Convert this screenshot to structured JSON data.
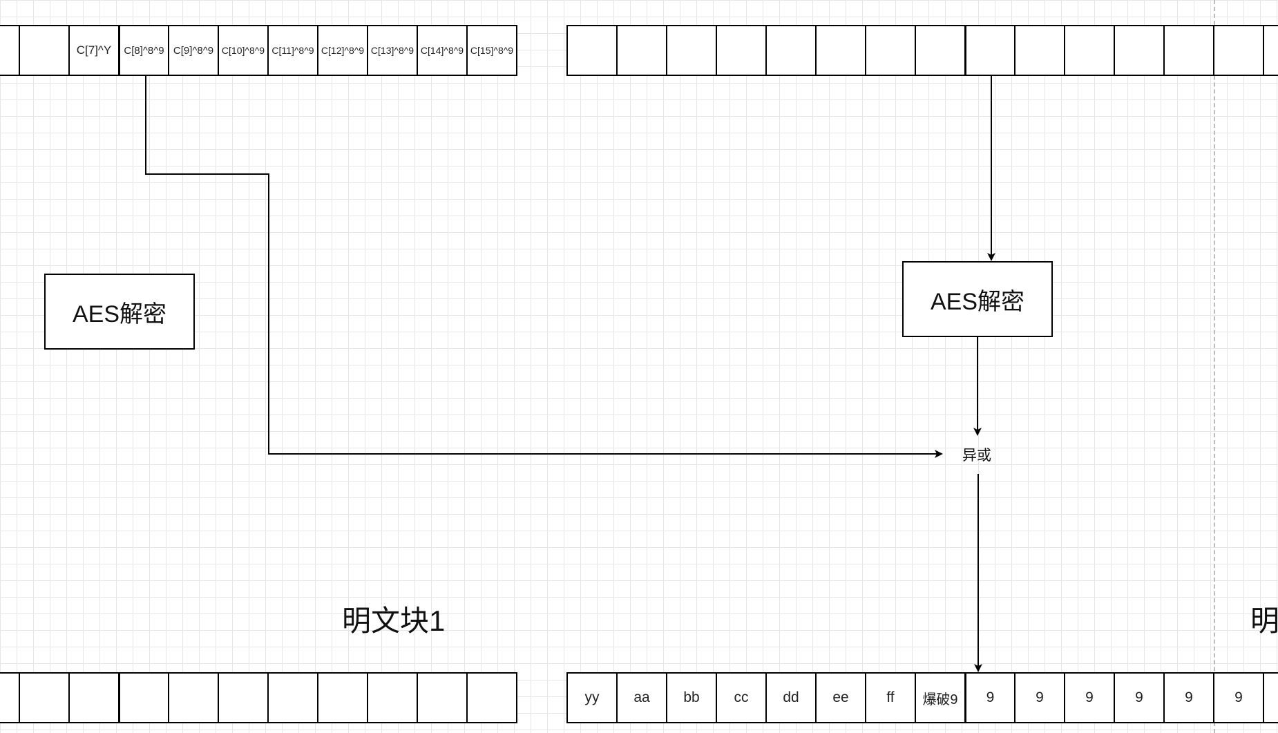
{
  "ciphertext_row": {
    "left_cells": [
      "",
      "",
      "C[7]^Y",
      "C[8]^8^9",
      "C[9]^8^9",
      "C[10]^8^9",
      "C[11]^8^9",
      "C[12]^8^9",
      "C[13]^8^9",
      "C[14]^8^9",
      "C[15]^8^9"
    ],
    "right_cells": [
      "",
      "",
      "",
      "",
      "",
      "",
      "",
      "",
      "",
      "",
      "",
      "",
      "",
      "",
      ""
    ]
  },
  "nodes": {
    "aes_left": "AES解密",
    "aes_right": "AES解密",
    "xor": "异或"
  },
  "labels": {
    "plain_block_1": "明文块1",
    "plain_block_2_partial": "明"
  },
  "plaintext_row": {
    "left_cells": [
      "",
      "",
      "",
      "",
      "",
      "",
      "",
      "",
      "",
      "",
      ""
    ],
    "right_cells": [
      "yy",
      "aa",
      "bb",
      "cc",
      "dd",
      "ee",
      "ff",
      "爆破9",
      "9",
      "9",
      "9",
      "9",
      "9",
      "9",
      ""
    ]
  }
}
